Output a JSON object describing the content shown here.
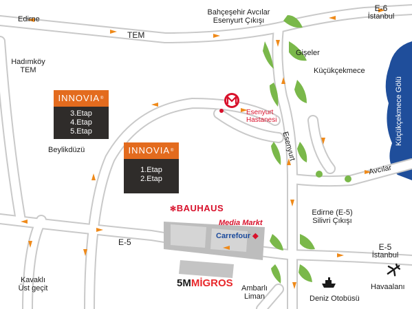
{
  "colors": {
    "road_fill": "#ffffff",
    "road_edge": "#c9c9c9",
    "arrow": "#ef8a1a",
    "green": "#7ab84a",
    "lake": "#1f4e9b",
    "innovia_orange": "#e36b1e",
    "innovia_dark": "#2f2c2a",
    "metro_red": "#d8112b",
    "bauhaus_red": "#d8112b",
    "carrefour_blue": "#1b4a9c"
  },
  "roads": {
    "tem": "TEM",
    "e5": "E-5"
  },
  "labels": {
    "edirne": "Edirne",
    "bahcesehir_1": "Bahçeşehir Avcılar",
    "bahcesehir_2": "Esenyurt Çıkışı",
    "e6": "E-6",
    "istanbul_top": "İstanbul",
    "giseler": "Gişeler",
    "kucukcekmece": "Küçükçekmece",
    "lake": "Küçükçekmece Gölü",
    "hadimkoy_1": "Hadımköy",
    "hadimkoy_2": "TEM",
    "esenyurt_hastanesi_1": "Esenyurt",
    "esenyurt_hastanesi_2": "Hastanesi",
    "esenyurt": "Esenyurt",
    "beylikduzu": "Beylikdüzü",
    "avcilar": "Avcılar",
    "edirne_e5_1": "Edirne (E-5)",
    "edirne_e5_2": "Silivri Çıkışı",
    "e5_right": "E-5",
    "istanbul_right": "İstanbul",
    "havaalani": "Havaalanı",
    "kavakli_1": "Kavaklı",
    "kavakli_2": "Üst geçit",
    "ambarli_1": "Ambarlı",
    "ambarli_2": "Liman",
    "deniz_otobusu": "Deniz Otobüsü"
  },
  "innovia_left": {
    "brand": "INNOVIA",
    "lines": [
      "3.Etap",
      "4.Etap",
      "5.Etap"
    ]
  },
  "innovia_center": {
    "brand": "INNOVIA",
    "lines": [
      "1.Etap",
      "2.Etap"
    ]
  },
  "brands": {
    "bauhaus": "BAUHAUS",
    "mediamarkt": "Media Markt",
    "carrefour": "Carrefour",
    "migros_prefix": "5M",
    "migros": "MİGROS"
  },
  "icons": {
    "metro": "metro-m-icon",
    "airplane": "airplane-icon",
    "ship": "ship-icon"
  }
}
